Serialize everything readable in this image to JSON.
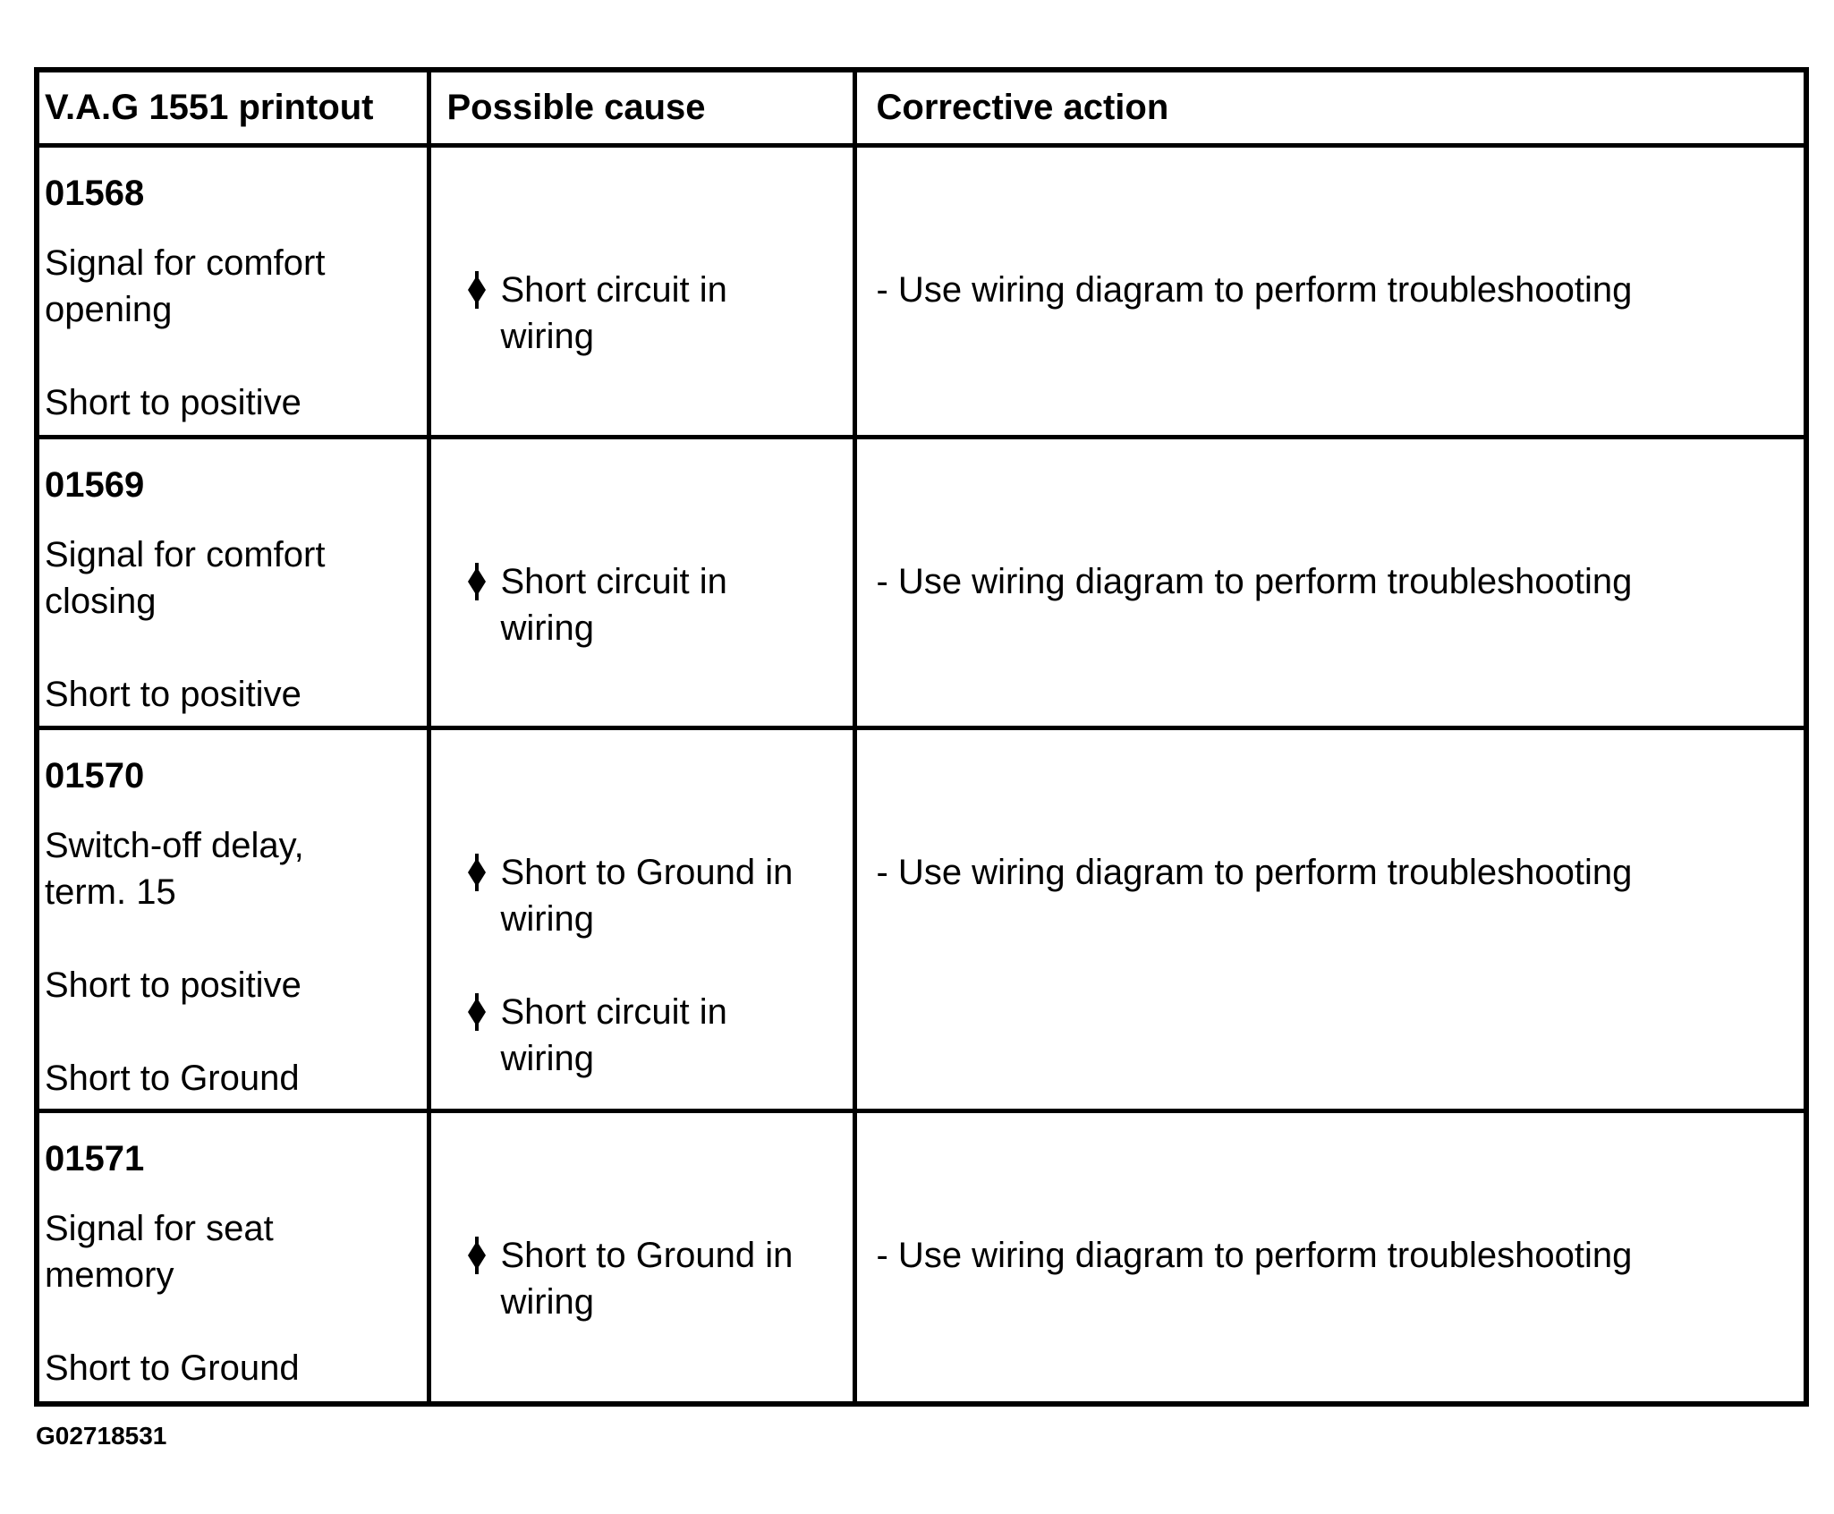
{
  "page": {
    "background_color": "#ffffff",
    "text_color": "#000000",
    "border_color": "#000000"
  },
  "table": {
    "headers": [
      "V.A.G 1551 printout",
      "Possible cause",
      "Corrective action"
    ],
    "rows": [
      {
        "code": "01568",
        "description": "Signal for comfort opening",
        "statuses": [
          "Short to positive"
        ],
        "causes": [
          "Short circuit in wiring"
        ],
        "actions": [
          "- Use wiring diagram to perform troubleshooting"
        ]
      },
      {
        "code": "01569",
        "description": "Signal for comfort closing",
        "statuses": [
          "Short to positive"
        ],
        "causes": [
          "Short circuit in wiring"
        ],
        "actions": [
          "- Use wiring diagram to perform troubleshooting"
        ]
      },
      {
        "code": "01570",
        "description": "Switch-off delay, term. 15",
        "statuses": [
          "Short to positive",
          "Short to Ground"
        ],
        "causes": [
          "Short to Ground in wiring",
          "Short circuit in wiring"
        ],
        "actions": [
          "- Use wiring diagram to perform troubleshooting"
        ]
      },
      {
        "code": "01571",
        "description": "Signal for seat memory",
        "statuses": [
          "Short to Ground"
        ],
        "causes": [
          "Short to Ground in wiring"
        ],
        "actions": [
          "- Use wiring diagram to perform troubleshooting"
        ]
      }
    ]
  },
  "icons": {
    "cause_bullet": "diamond-bullet-icon"
  },
  "figure_id": "G02718531"
}
